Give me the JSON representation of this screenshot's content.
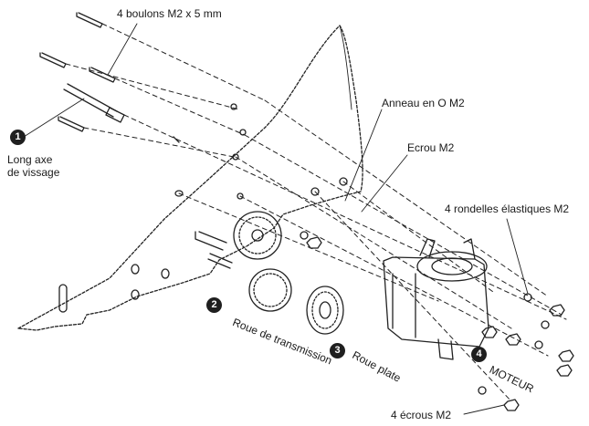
{
  "labels": {
    "bolts": "4 boulons M2 x 5 mm",
    "long_axis_line1": "Long axe",
    "long_axis_line2": "de vissage",
    "o_ring": "Anneau en O M2",
    "nut": "Ecrou M2",
    "spring_washers": "4 rondelles élastiques M2",
    "drive_wheel": "Roue de transmission",
    "flat_wheel": "Roue plate",
    "motor": "MOTEUR",
    "nuts4": "4 écrous M2"
  },
  "markers": {
    "m1": "1",
    "m2": "2",
    "m3": "3",
    "m4": "4"
  }
}
